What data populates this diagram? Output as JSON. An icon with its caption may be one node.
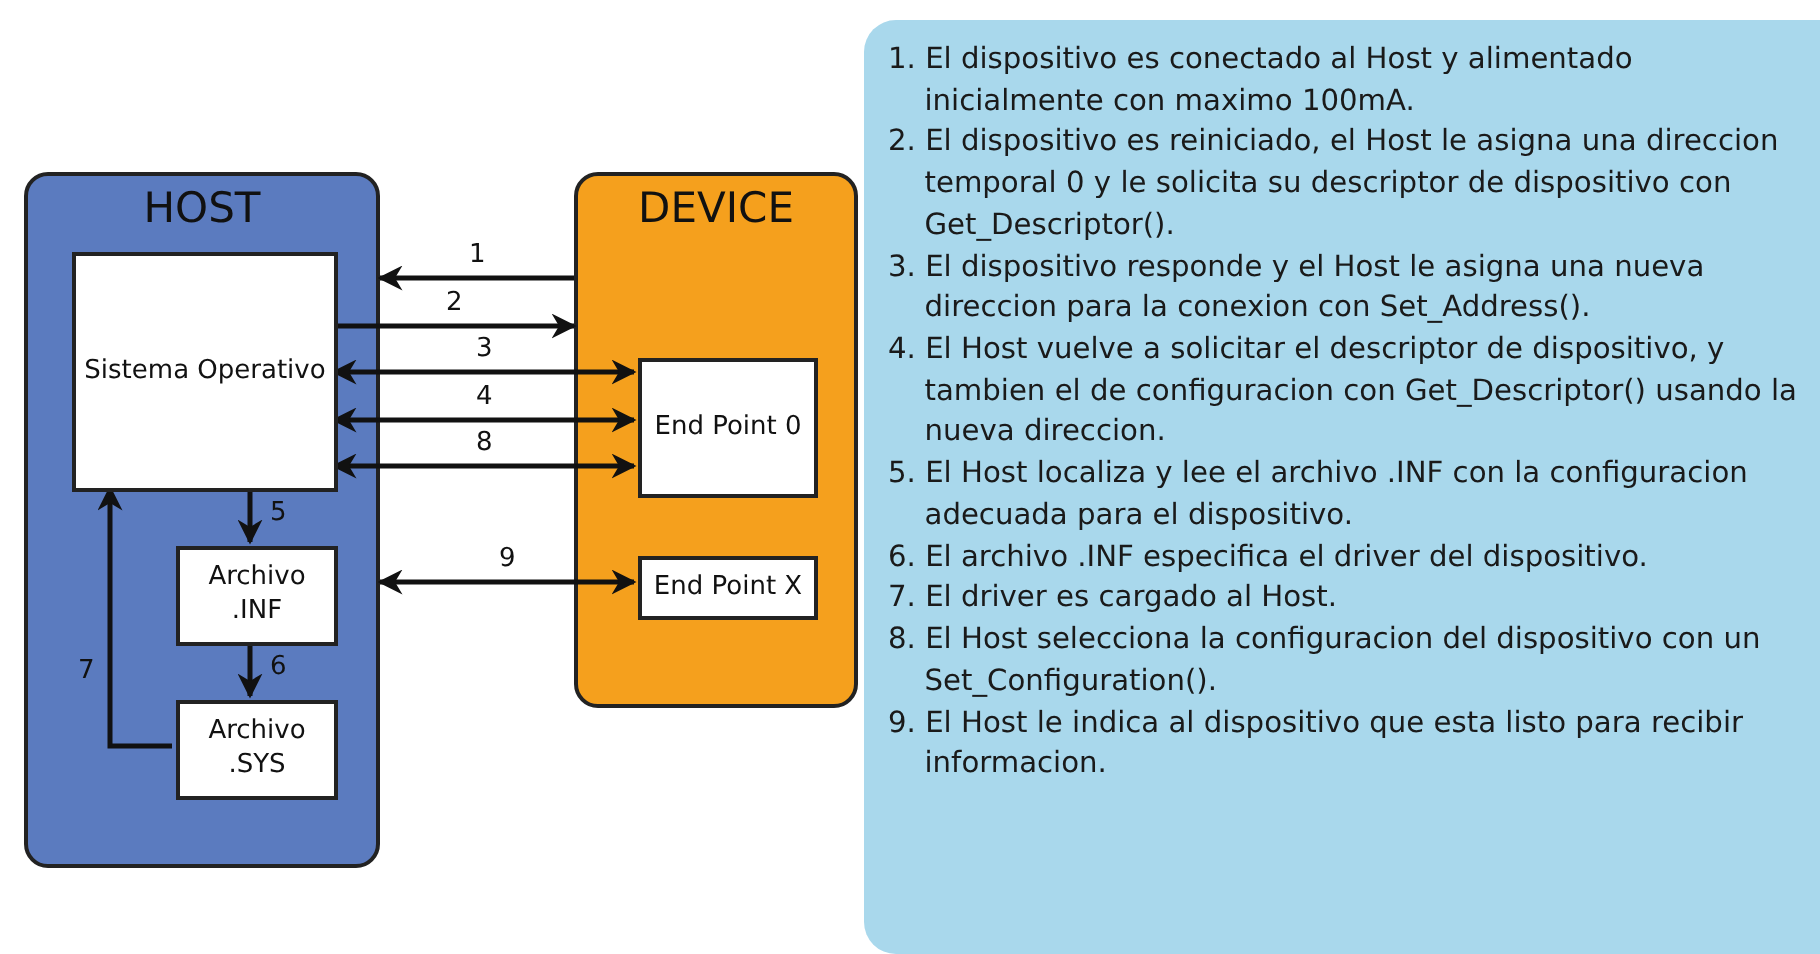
{
  "diagram": {
    "nodes": [
      {
        "text": [
          "HOST"
        ]
      },
      {
        "text": [
          "Sistema Operativo"
        ],
        "in": 0
      },
      {
        "text": [
          "Archivo .INF"
        ],
        "in": 0
      },
      {
        "text": [
          "Archivo .SYS"
        ],
        "in": 0
      },
      {
        "text": [
          "DEVICE"
        ]
      },
      {
        "text": [
          "End Point 0"
        ],
        "in": 4
      },
      {
        "text": [
          "End Point X"
        ],
        "in": 4
      },
      {
        "text": [
          "1. El dispositivo es  conectado al Host y alimentado inicialmente con maximo 100mA.",
          "2. El dispositivo es reiniciado, el Host le asigna una direccion temporal 0 y le solicita su descriptor de dispositivo con Get_Descriptor().",
          "3. El dispositivo responde y el Host le asigna una nueva direccion para la conexion con Set_Address().",
          "4. El Host vuelve a solicitar el descriptor de dispositivo, y tambien el de configuracion con  Get_Descriptor() usando la nueva direccion.",
          "5. El Host localiza y lee el archivo .INF con la configuracion adecuada para el dispositivo.",
          "6. El archivo .INF especifica el driver del dispositivo.",
          "7. El driver es cargado al Host.",
          "8. El Host selecciona la configuracion del dispositivo con un Set_Configuration().",
          "9. El Host le indica al dispositivo que esta listo para recibir informacion."
        ]
      }
    ],
    "edges": [
      {
        "from": 4,
        "to": 0,
        "arrow": "to",
        "label": "1"
      },
      {
        "from": 1,
        "to": 4,
        "arrow": "to",
        "label": "2"
      },
      {
        "from": 1,
        "to": 5,
        "arrow": "both",
        "label": "3"
      },
      {
        "from": 1,
        "to": 5,
        "arrow": "both",
        "label": "4"
      },
      {
        "from": 1,
        "to": 5,
        "arrow": "both",
        "label": "8"
      },
      {
        "from": 0,
        "to": 6,
        "arrow": "both",
        "label": "9"
      },
      {
        "from": 1,
        "to": 2,
        "arrow": "to",
        "label": "5"
      },
      {
        "from": 2,
        "to": 3,
        "arrow": "to",
        "label": "6"
      },
      {
        "from": 3,
        "to": 1,
        "arrow": "to",
        "label": "7"
      }
    ]
  }
}
